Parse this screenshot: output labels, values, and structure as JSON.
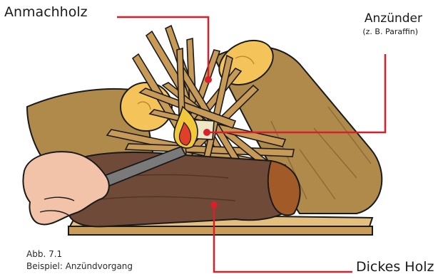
{
  "labels": {
    "kindling": "Anmachholz",
    "firestarter": "Anzünder",
    "firestarter_note": "(z. B. Paraffin)",
    "thick_wood": "Dickes Holz"
  },
  "caption": {
    "number": "Abb. 7.1",
    "text": "Beispiel: Anzündvorgang"
  },
  "colors": {
    "leader_line": "#d9202a",
    "outline": "#1a1a1a",
    "log_bark": "#b08a4a",
    "log_end": "#f4c45a",
    "log_dark": "#6f4a39",
    "kindling": "#c79a58",
    "base_board": "#c99c58",
    "flame_outer": "#f2c83a",
    "flame_inner": "#e0402a",
    "hand": "#f2c3a8",
    "lighter": "#7a7a7a"
  }
}
